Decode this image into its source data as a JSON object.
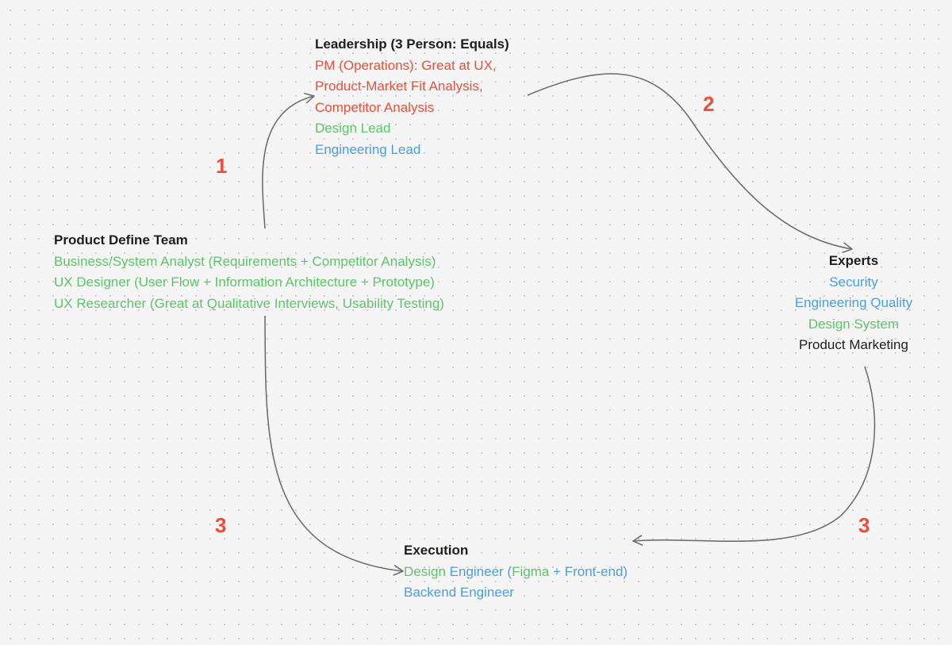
{
  "colors": {
    "red": "#e8503a",
    "green": "#5ec46a",
    "blue": "#4a9ee8",
    "dark": "#1e1e1e",
    "connector": "#707070",
    "background": "#f5f5f5"
  },
  "leadership": {
    "title": "Leadership (3 Person: Equals)",
    "pm_line1": "PM (Operations): Great at UX,",
    "pm_line2": "Product-Market Fit Analysis,",
    "pm_line3": "Competitor Analysis",
    "design_lead": "Design Lead",
    "engineering_lead": "Engineering Lead"
  },
  "product_define_team": {
    "title": "Product Define Team",
    "items": [
      "Business/System Analyst (Requirements + Competitor Analysis)",
      "UX Designer (User Flow + Information Architecture + Prototype)",
      "UX Researcher (Great at Qualitative Interviews, Usability Testing)"
    ]
  },
  "experts": {
    "title": "Experts",
    "security": "Security",
    "engineering_quality": "Engineering Quality",
    "design_system": "Design System",
    "product_marketing": "Product Marketing"
  },
  "execution": {
    "title": "Execution",
    "design_word": "Design",
    "engineer_word": " Engineer (",
    "figma_word": "Figma",
    "frontend_word": " + Front-end)",
    "backend_engineer": "Backend Engineer"
  },
  "steps": {
    "step1": "1",
    "step2": "2",
    "step3_left": "3",
    "step3_right": "3"
  }
}
